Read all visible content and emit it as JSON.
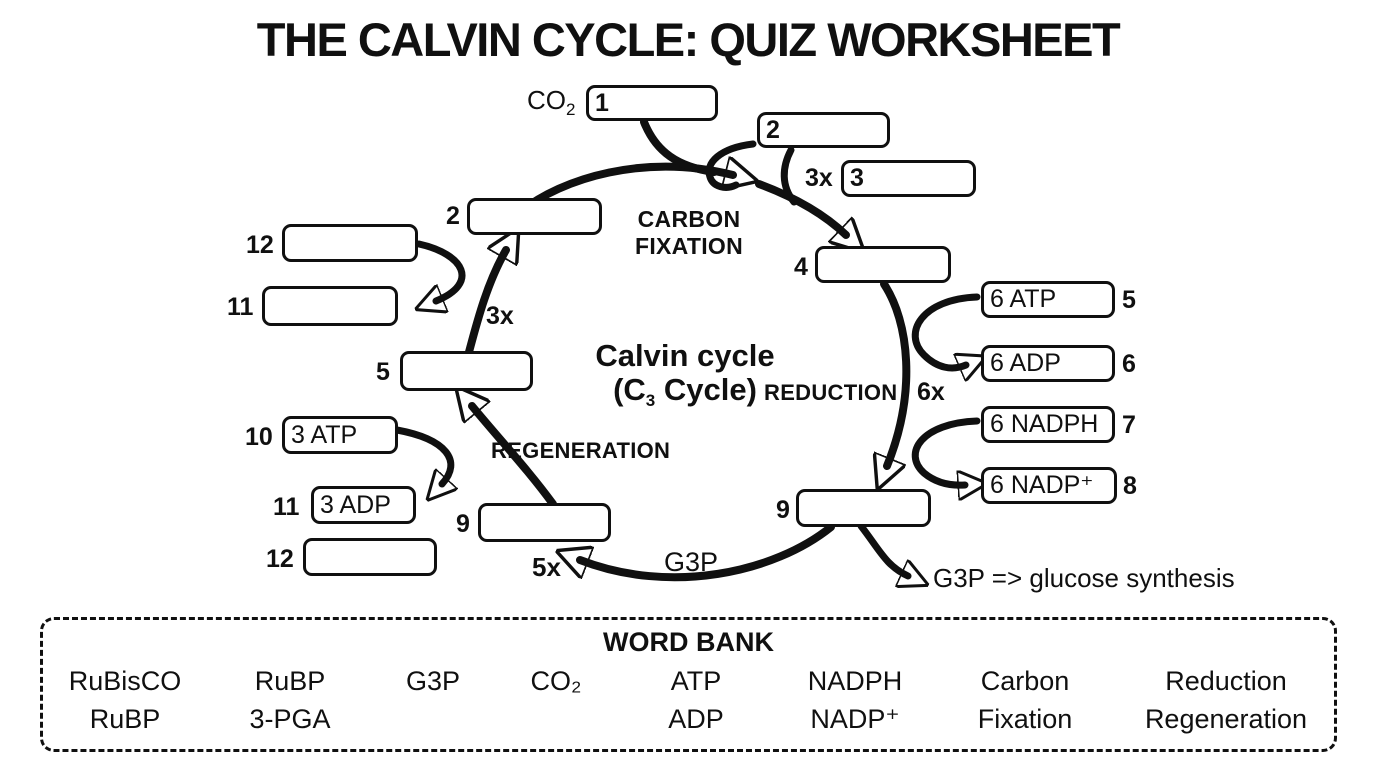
{
  "title": "THE CALVIN CYCLE: QUIZ WORKSHEET",
  "diagram": {
    "co2": {
      "base": "CO",
      "sub": "2"
    },
    "center": {
      "line1": "Calvin cycle",
      "line2_pre": "(C",
      "line2_sub": "3",
      "line2_post": " Cycle)"
    },
    "labels": {
      "carbon_line1": "CARBON",
      "carbon_line2": "FIXATION",
      "reduction": "REDUCTION",
      "regeneration": "REGENERATION",
      "x3_top": "3x",
      "x3_left": "3x",
      "x6": "6x",
      "x5": "5x",
      "g3p_arc": "G3P",
      "g3p_export": "G3P => glucose synthesis"
    },
    "boxes": {
      "b1": {
        "number": "1",
        "content": ""
      },
      "b2_top": {
        "number": "2",
        "content": ""
      },
      "b3": {
        "number": "3",
        "content": ""
      },
      "b2_left": {
        "number": "2",
        "content": ""
      },
      "b12_upper": {
        "number": "12",
        "content": ""
      },
      "b11_upper": {
        "number": "11",
        "content": ""
      },
      "b5_left": {
        "number": "5",
        "content": ""
      },
      "b4": {
        "number": "4",
        "content": ""
      },
      "b5_atp": {
        "number": "5",
        "content": "6 ATP"
      },
      "b6_adp": {
        "number": "6",
        "content": "6 ADP"
      },
      "b7_nadph": {
        "number": "7",
        "content": "6 NADPH"
      },
      "b8_nadp": {
        "number": "8",
        "content": "6 NADP⁺"
      },
      "b9_right": {
        "number": "9",
        "content": ""
      },
      "b10_atp": {
        "number": "10",
        "content": "3 ATP"
      },
      "b11_adp": {
        "number": "11",
        "content": "3 ADP"
      },
      "b12_lower": {
        "number": "12",
        "content": ""
      },
      "b9_left": {
        "number": "9",
        "content": ""
      }
    }
  },
  "word_bank": {
    "heading": "WORD BANK",
    "row1": [
      "RuBisCO",
      "RuBP",
      "G3P",
      "CO₂",
      "ATP",
      "NADPH",
      "Carbon",
      "Reduction"
    ],
    "row2": [
      "RuBP",
      "3-PGA",
      "",
      "",
      "ADP",
      "NADP⁺",
      "Fixation",
      "Regeneration"
    ]
  },
  "colors": {
    "ink": "#101010",
    "paper": "#ffffff"
  }
}
